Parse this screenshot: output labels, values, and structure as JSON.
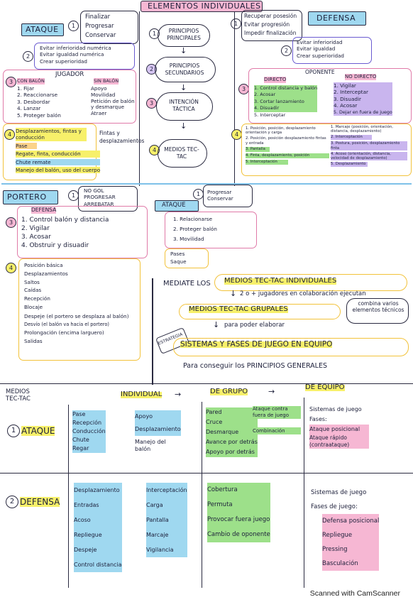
{
  "title": "ELEMENTOS INDIVIDUALES",
  "ataque": {
    "label": "ATAQUE",
    "num1": "1",
    "objetivos": [
      "Finalizar",
      "Progresar",
      "Conservar"
    ],
    "num2": "2",
    "principios": [
      "Evitar inferioridad numérica",
      "Evitar igualdad numérica",
      "Crear superioridad"
    ],
    "num3": "3",
    "jugador_title": "JUGADOR",
    "con_balon_title": "CON BALÓN",
    "con_balon": [
      "1. Fijar",
      "2. Reaccionarse",
      "3. Desbordar",
      "4. Lanzar",
      "5. Proteger balón"
    ],
    "sin_balon_title": "SIN BALÓN",
    "sin_balon": [
      "Apoyo",
      "Movilidad",
      "Petición de balón y desmarque",
      "Atraer"
    ],
    "num4": "4",
    "medios": [
      "Desplazamientos, fintas y conducción",
      "Pase",
      "Regate, finta, conducción",
      "Chute remate",
      "Manejo del balón, uso del cuerpo"
    ],
    "medios_sin": "Fintas y desplazamientos"
  },
  "centro": {
    "n1": "1",
    "principios": "PRINCIPIOS PRINCIPALES",
    "n2": "2",
    "secundarios": "PRINCIPIOS SECUNDARIOS",
    "n3": "3",
    "intencion": "INTENCIÓN TÁCTICA",
    "n4": "4",
    "medios": "MEDIOS TEC-TAC"
  },
  "defensa": {
    "label": "DEFENSA",
    "num1": "1",
    "objetivos": [
      "Recuperar posesión",
      "Evitar progresión",
      "Impedir finalización"
    ],
    "num2": "2",
    "principios": [
      "Evitar inferioridad",
      "Evitar igualdad",
      "Crear superioridad"
    ],
    "num3": "3",
    "oponente_title": "OPONENTE",
    "directo_title": "DIRECTO",
    "directo": [
      "1. Control distancia y balón",
      "2. Acosar",
      "3. Cortar lanzamiento",
      "4. Disuadir",
      "5. Interceptar"
    ],
    "no_directo_title": "NO DIRECTO",
    "no_directo": [
      "1. Vigilar",
      "2. Interceptar",
      "3. Disuadir",
      "4. Acosar",
      "5. Dejar en fuera de juego"
    ],
    "num4": "4",
    "medios_d": [
      "1. Posición, posición, desplazamiento orientación y carga",
      "2. Posición, posición desplazamiento fintas y entrada",
      "3. Pantalla",
      "4. Finta, desplazamiento, posición",
      "5. Interceptación"
    ],
    "medios_nd": [
      "1. Marcaje (posición, orientación, distancia, desplazamiento)",
      "2. Interceptación",
      "3. Postura, posición, desplazamiento finta",
      "4. Acoso (orientación, distancia, velocidad de desplazamiento)",
      "5. Desplazamiento"
    ]
  },
  "portero": {
    "label": "PORTERO",
    "n1": "1",
    "objetivos": [
      "NO GOL",
      "PROGRESAR",
      "ARREBATAR"
    ],
    "n3": "3",
    "defensa_title": "DEFENSA",
    "defensa": [
      "1. Control balón y distancia",
      "2. Vigilar",
      "3. Acosar",
      "4. Obstruir y disuadir"
    ],
    "n4": "4",
    "medios": [
      "Posición básica",
      "Desplazamientos",
      "Saltos",
      "Caídas",
      "Recepción",
      "Blocaje",
      "Despeje (el portero se desplaza al balón)",
      "Desvío (el balón va hacia el portero)",
      "Prolongación (encima larguero)",
      "Salidas"
    ],
    "ataque_title": "ATAQUE",
    "n1b": "1",
    "obj_ataque": [
      "Progresar",
      "Conservar"
    ],
    "ataque": [
      "1. Relacionarse",
      "2. Proteger balón",
      "3. Movilidad"
    ],
    "extra": [
      "Pases",
      "Saque"
    ]
  },
  "flujo": {
    "l1": "MEDIATE LOS",
    "l1b": "MEDIOS TEC-TAC INDIVIDUALES",
    "l2": "2 o + jugadores en colaboración ejecutan",
    "l3": "MEDIOS TEC-TAC GRUPALES",
    "l3b": "combina varios elementos técnicos",
    "l4": "para poder elaborar",
    "estrategia": "ESTRATEGIA",
    "l5": "SISTEMAS Y FASES DE JUEGO EN EQUIPO",
    "l6": "Para conseguir los PRINCIPIOS GENERALES"
  },
  "tabla": {
    "titulo": "MEDIOS TEC-TAC",
    "cols": [
      "INDIVIDUAL",
      "DE GRUPO",
      "DE EQUIPO"
    ],
    "ataque_label": "ATAQUE",
    "ataque_num": "1",
    "ataque_ind_a": [
      "Pase",
      "Recepción",
      "Conducción",
      "Chute",
      "Regar"
    ],
    "ataque_ind_b": [
      "Apoyo",
      "Desplazamiento",
      "Manejo del balón"
    ],
    "ataque_grupo_a": [
      "Pared",
      "Cruce",
      "Desmarque",
      "Avance por detrás",
      "Apoyo por detrás"
    ],
    "ataque_grupo_b": [
      "Ataque contra fuera de juego",
      "Combinación"
    ],
    "ataque_equipo": [
      "Sistemas de juego",
      "Fases:",
      "Ataque posicional",
      "Ataque rápido (contraataque)"
    ],
    "defensa_label": "DEFENSA",
    "defensa_num": "2",
    "defensa_ind_a": [
      "Desplazamiento",
      "Entradas",
      "Acoso",
      "Repliegue",
      "Despeje",
      "Control distancia"
    ],
    "defensa_ind_b": [
      "Interceptación",
      "Carga",
      "Pantalla",
      "Marcaje",
      "Vigilancia"
    ],
    "defensa_grupo": [
      "Cobertura",
      "Permuta",
      "Provocar fuera juego",
      "Cambio de oponente"
    ],
    "defensa_equipo": [
      "Sistemas de juego",
      "Fases de juego:",
      "Defensa posicional",
      "Repliegue",
      "Pressing",
      "Basculación"
    ]
  },
  "footer": "Scanned with CamScanner"
}
